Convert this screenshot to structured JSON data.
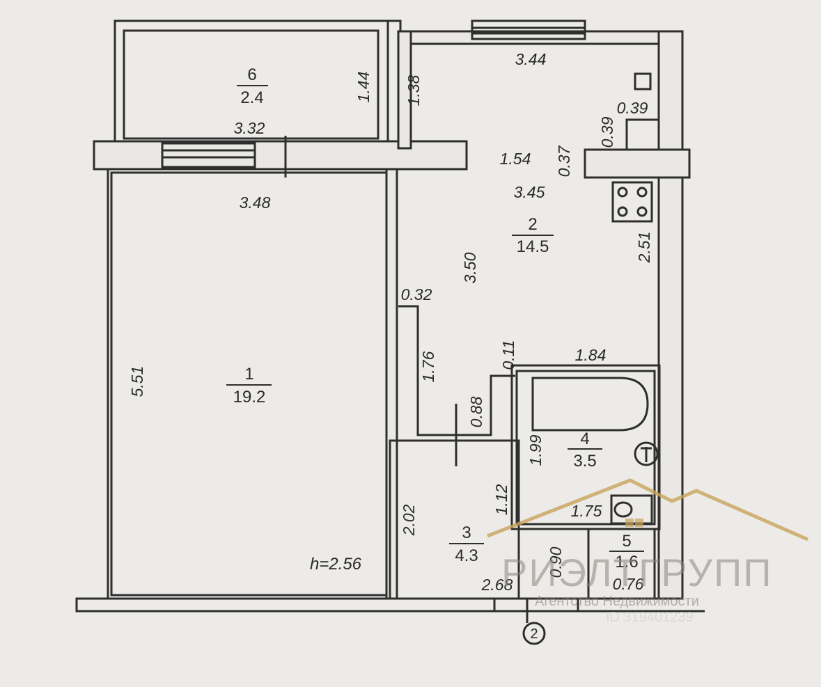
{
  "rooms": [
    {
      "num": "6",
      "area": "2.4"
    },
    {
      "num": "2",
      "area": "14.5"
    },
    {
      "num": "1",
      "area": "19.2"
    },
    {
      "num": "4",
      "area": "3.5"
    },
    {
      "num": "3",
      "area": "4.3"
    },
    {
      "num": "5",
      "area": "1.6"
    }
  ],
  "dims": {
    "d_3_44": "3.44",
    "d_1_44": "1.44",
    "d_1_38": "1.38",
    "d_3_32": "3.32",
    "d_0_39a": "0.39",
    "d_0_39b": "0.39",
    "d_1_54": "1.54",
    "d_0_37": "0.37",
    "d_3_45": "3.45",
    "d_3_48": "3.48",
    "d_2_51": "2.51",
    "d_3_50": "3.50",
    "d_0_32": "0.32",
    "d_1_76": "1.76",
    "d_0_11": "0.11",
    "d_1_84": "1.84",
    "d_5_51": "5.51",
    "d_0_88": "0.88",
    "d_1_99": "1.99",
    "d_1_12": "1.12",
    "d_1_75": "1.75",
    "d_2_02": "2.02",
    "d_0_90": "0.90",
    "d_2_68": "2.68",
    "d_0_76": "0.76"
  },
  "ceiling_height": "h=2.56",
  "axis_label": "2",
  "watermark": {
    "brand": "РИЭЛТГРУПП",
    "subtitle": "Агентство Недвижимости",
    "id_text": "ID 319401239",
    "brand_color": "#c9a25a"
  },
  "colors": {
    "paper": "#ecebe8",
    "line": "#2e2e2e",
    "wall_fill": "#e9e8e4"
  }
}
